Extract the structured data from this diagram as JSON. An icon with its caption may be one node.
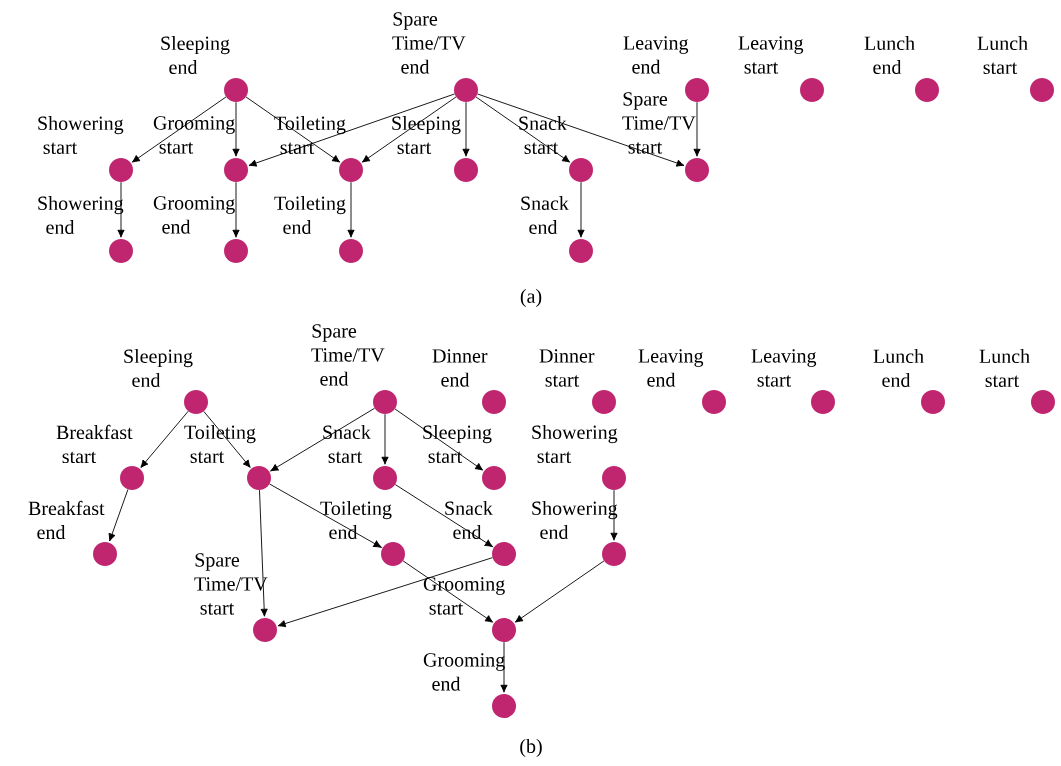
{
  "diagram": {
    "nodes": [
      {
        "text": [],
        "shape": "circle",
        "beside": [
          "Sleeping end"
        ]
      },
      {
        "text": [],
        "shape": "circle",
        "beside": [
          "Spare Time/TV end"
        ]
      },
      {
        "text": [],
        "shape": "circle",
        "beside": [
          "Leaving end"
        ]
      },
      {
        "text": [],
        "shape": "circle",
        "beside": [
          "Leaving start"
        ]
      },
      {
        "text": [],
        "shape": "circle",
        "beside": [
          "Lunch end"
        ]
      },
      {
        "text": [],
        "shape": "circle",
        "beside": [
          "Lunch start"
        ]
      },
      {
        "text": [],
        "shape": "circle",
        "beside": [
          "Showering start"
        ]
      },
      {
        "text": [],
        "shape": "circle",
        "beside": [
          "Grooming start"
        ]
      },
      {
        "text": [],
        "shape": "circle",
        "beside": [
          "Toileting start"
        ]
      },
      {
        "text": [],
        "shape": "circle",
        "beside": [
          "Sleeping start"
        ]
      },
      {
        "text": [],
        "shape": "circle",
        "beside": [
          "Snack start"
        ]
      },
      {
        "text": [],
        "shape": "circle",
        "beside": [
          "Spare Time/TV start"
        ]
      },
      {
        "text": [],
        "shape": "circle",
        "beside": [
          "Showering end"
        ]
      },
      {
        "text": [],
        "shape": "circle",
        "beside": [
          "Grooming end"
        ]
      },
      {
        "text": [],
        "shape": "circle",
        "beside": [
          "Toileting end"
        ]
      },
      {
        "text": [],
        "shape": "circle",
        "beside": [
          "Snack end"
        ]
      },
      {
        "text": [],
        "shape": "circle",
        "beside": [
          "Sleeping end"
        ]
      },
      {
        "text": [],
        "shape": "circle",
        "beside": [
          "Spare Time/TV end"
        ]
      },
      {
        "text": [],
        "shape": "circle",
        "beside": [
          "Dinner end"
        ]
      },
      {
        "text": [],
        "shape": "circle",
        "beside": [
          "Dinner start"
        ]
      },
      {
        "text": [],
        "shape": "circle",
        "beside": [
          "Leaving end"
        ]
      },
      {
        "text": [],
        "shape": "circle",
        "beside": [
          "Leaving start"
        ]
      },
      {
        "text": [],
        "shape": "circle",
        "beside": [
          "Lunch end"
        ]
      },
      {
        "text": [],
        "shape": "circle",
        "beside": [
          "Lunch start"
        ]
      },
      {
        "text": [],
        "shape": "circle",
        "beside": [
          "Breakfast start"
        ]
      },
      {
        "text": [],
        "shape": "circle",
        "beside": [
          "Toileting start"
        ]
      },
      {
        "text": [],
        "shape": "circle",
        "beside": [
          "Snack start"
        ]
      },
      {
        "text": [],
        "shape": "circle",
        "beside": [
          "Sleeping start"
        ]
      },
      {
        "text": [],
        "shape": "circle",
        "beside": [
          "Showering start"
        ]
      },
      {
        "text": [],
        "shape": "circle",
        "beside": [
          "Breakfast end"
        ]
      },
      {
        "text": [],
        "shape": "circle",
        "beside": [
          "Toileting end"
        ]
      },
      {
        "text": [],
        "shape": "circle",
        "beside": [
          "Snack end"
        ]
      },
      {
        "text": [],
        "shape": "circle",
        "beside": [
          "Showering end"
        ]
      },
      {
        "text": [],
        "shape": "circle",
        "beside": [
          "Spare Time/TV start"
        ]
      },
      {
        "text": [],
        "shape": "circle",
        "beside": [
          "Grooming start"
        ]
      },
      {
        "text": [],
        "shape": "circle",
        "beside": [
          "Grooming end"
        ]
      }
    ],
    "edges": [
      {
        "from": 0,
        "to": 6,
        "arrow": "to"
      },
      {
        "from": 0,
        "to": 7,
        "arrow": "to"
      },
      {
        "from": 0,
        "to": 8,
        "arrow": "to"
      },
      {
        "from": 1,
        "to": 7,
        "arrow": "to"
      },
      {
        "from": 1,
        "to": 8,
        "arrow": "to"
      },
      {
        "from": 1,
        "to": 9,
        "arrow": "to"
      },
      {
        "from": 1,
        "to": 10,
        "arrow": "to"
      },
      {
        "from": 1,
        "to": 11,
        "arrow": "to"
      },
      {
        "from": 2,
        "to": 11,
        "arrow": "to"
      },
      {
        "from": 6,
        "to": 12,
        "arrow": "to"
      },
      {
        "from": 7,
        "to": 13,
        "arrow": "to"
      },
      {
        "from": 8,
        "to": 14,
        "arrow": "to"
      },
      {
        "from": 10,
        "to": 15,
        "arrow": "to"
      },
      {
        "from": 16,
        "to": 24,
        "arrow": "to"
      },
      {
        "from": 16,
        "to": 25,
        "arrow": "to"
      },
      {
        "from": 17,
        "to": 25,
        "arrow": "to"
      },
      {
        "from": 17,
        "to": 26,
        "arrow": "to"
      },
      {
        "from": 17,
        "to": 27,
        "arrow": "to"
      },
      {
        "from": 24,
        "to": 29,
        "arrow": "to"
      },
      {
        "from": 25,
        "to": 33,
        "arrow": "to"
      },
      {
        "from": 25,
        "to": 30,
        "arrow": "to"
      },
      {
        "from": 26,
        "to": 31,
        "arrow": "to"
      },
      {
        "from": 28,
        "to": 32,
        "arrow": "to"
      },
      {
        "from": 31,
        "to": 33,
        "arrow": "to"
      },
      {
        "from": 30,
        "to": 34,
        "arrow": "to"
      },
      {
        "from": 32,
        "to": 34,
        "arrow": "to"
      },
      {
        "from": 34,
        "to": 35,
        "arrow": "to"
      }
    ],
    "labels": [
      "(a)",
      "(b)"
    ]
  }
}
